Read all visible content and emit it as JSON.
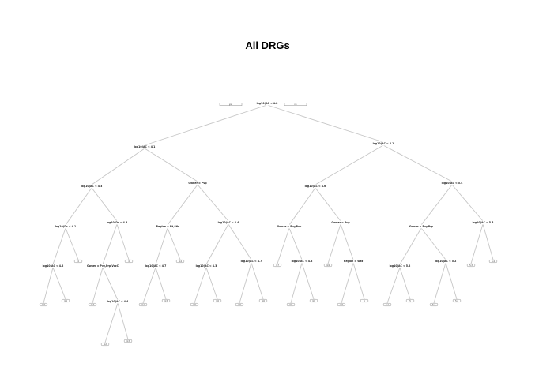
{
  "title": "All DRGs",
  "split_labels": {
    "n0": "log10(AC < 4.8",
    "n1": "log10(AC < 4.1",
    "n2": "log10(AC < 5.1",
    "n3": "log10(AC < 4.3",
    "n4": "Owner = Pvp",
    "n5": "log10(AC < 4.6",
    "n6": "log10(AC < 5.4",
    "n7": "log10(Dc < 4.1",
    "n8": "log10(Dc < 4.3",
    "n9": "Region = Nt,Sth",
    "n10": "log10(AC < 4.4",
    "n11": "Owner = Pvy,Pvp",
    "n12": "Owner = Pvp",
    "n13": "Owner = Pvy,Prp",
    "n14": "log10(AC < 5.5",
    "n15": "log10(AC < 4.2",
    "n16": "Owner = Pvy,Prp,VccC",
    "n17": "log10(AC < 4.7",
    "n18": "log10(AC < 4.3",
    "n19": "log10(AC < 4.7",
    "n20": "log10(AC < 4.8",
    "n21": "Region = Wst",
    "n22": "log10(AC < 5.2",
    "n23": "log10(AC < 5.2",
    "n24": "log10(AC < 4.4"
  },
  "leaf_labels": {
    "root_left": "yes",
    "root_right": "no",
    "l1": "3.9",
    "l2": "4.1",
    "l3": "4",
    "l4": "3.7",
    "l5": "4",
    "l6": "4.1",
    "l7": "4.3",
    "l8": "4.4",
    "l9": "4.5",
    "l10": "4.6",
    "l11": "4.5",
    "l12": "4.6",
    "l13": "4.7",
    "l14": "4.8",
    "l15": "4.8",
    "l16": "4.9",
    "l17": "4.9",
    "l18": "5",
    "l19": "5.1",
    "l20": "5",
    "l21": "5.1",
    "l22": "5.2",
    "l23": "5.3",
    "l24": "5.4",
    "l25": "5.3",
    "l26": "5.6",
    "l27": "4.2",
    "l28": "4.3"
  }
}
